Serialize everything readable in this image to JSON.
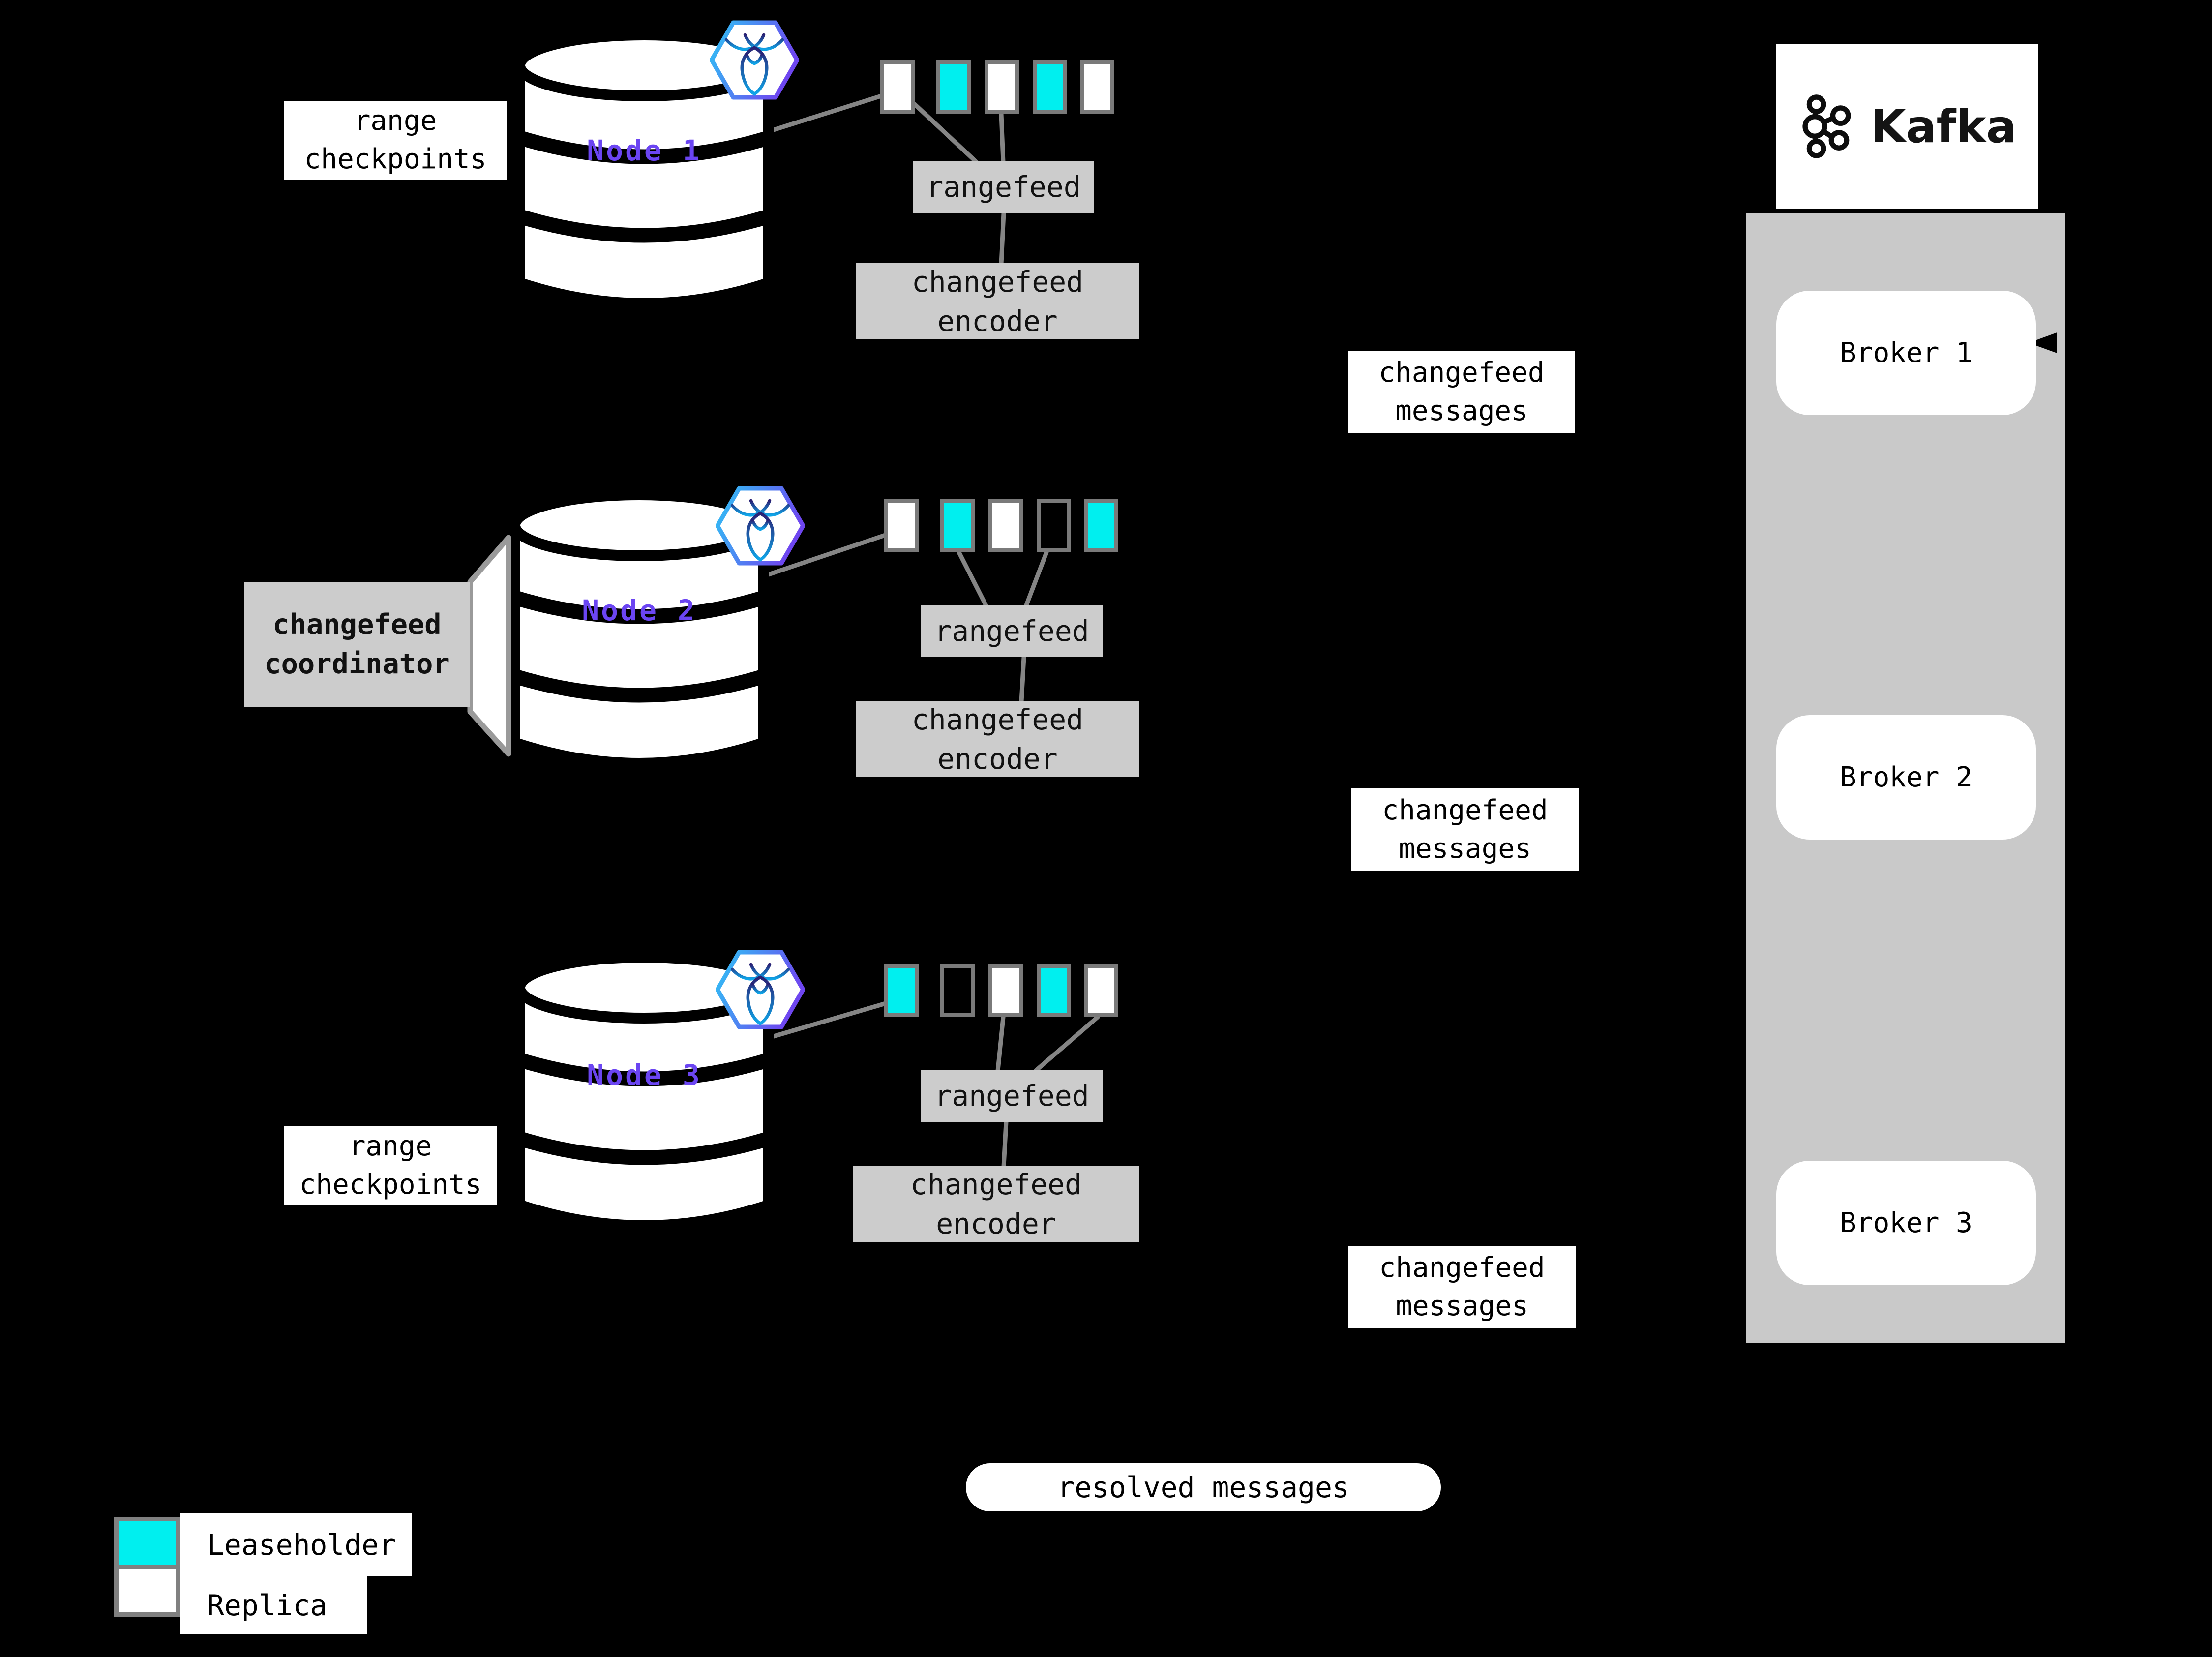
{
  "labels": {
    "range_checkpoints_line1": "range",
    "range_checkpoints_line2": "checkpoints",
    "rangefeed": "rangefeed",
    "changefeed_encoder_line1": "changefeed",
    "changefeed_encoder_line2": "encoder",
    "changefeed_messages_line1": "changefeed",
    "changefeed_messages_line2": "messages",
    "coordinator_line1": "changefeed",
    "coordinator_line2": "coordinator",
    "resolved_messages": "resolved messages"
  },
  "nodes": [
    {
      "name": "Node 1",
      "ranges": [
        "replica",
        "leaseholder",
        "replica",
        "leaseholder",
        "replica"
      ]
    },
    {
      "name": "Node 2",
      "ranges": [
        "replica",
        "leaseholder",
        "replica",
        "outline",
        "leaseholder"
      ]
    },
    {
      "name": "Node 3",
      "ranges": [
        "leaseholder",
        "outline",
        "replica",
        "leaseholder",
        "replica"
      ]
    }
  ],
  "kafka": {
    "brand": "Kafka",
    "brokers": [
      {
        "label": "Broker 1"
      },
      {
        "label": "Broker 2"
      },
      {
        "label": "Broker 3"
      }
    ]
  },
  "legend": {
    "leaseholder_label": "Leaseholder",
    "replica_label": "Replica"
  },
  "colors": {
    "leaseholder_fill": "#00efef",
    "replica_fill": "#ffffff",
    "node_label_purple": "#6b45f2",
    "box_gray": "#cccccc",
    "kafka_container_gray": "#c9c9c9",
    "connector_gray": "#858585",
    "background": "#000000"
  }
}
